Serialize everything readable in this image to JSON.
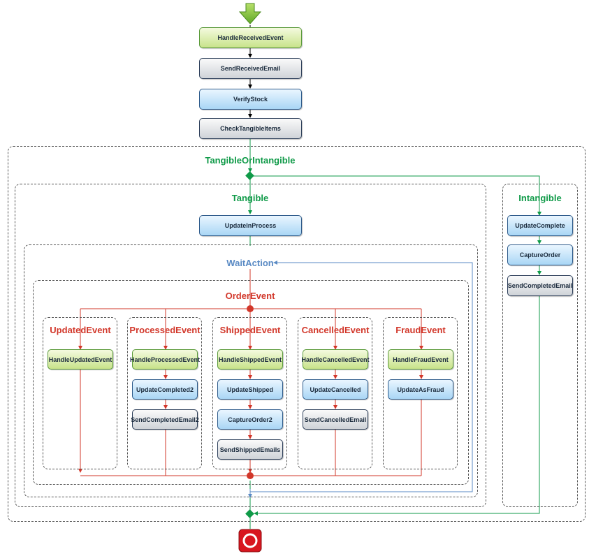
{
  "colors": {
    "success_line": "#0f9a48",
    "wait_line": "#5a8ac4",
    "event_line": "#d2372a",
    "main_line": "#000000"
  },
  "icons": {
    "start": "start-arrow-icon",
    "end": "stop-icon"
  },
  "workflow": {
    "handle_received": "HandleReceivedEvent",
    "send_received_email": "SendReceivedEmail",
    "verify_stock": "VerifyStock",
    "check_tangible_items": "CheckTangibleItems"
  },
  "tangible_or_intangible": "TangibleOrIntangible",
  "tangible": {
    "title": "Tangible",
    "update_in_process": "UpdateInProcess",
    "wait_action": "WaitAction",
    "order_event": "OrderEvent",
    "branches": [
      {
        "title": "UpdatedEvent",
        "steps": [
          "HandleUpdatedEvent"
        ]
      },
      {
        "title": "ProcessedEvent",
        "steps": [
          "HandleProcessedEvent",
          "UpdateCompleted2",
          "SendCompletedEmail2"
        ]
      },
      {
        "title": "ShippedEvent",
        "steps": [
          "HandleShippedEvent",
          "UpdateShipped",
          "CaptureOrder2",
          "SendShippedEmails"
        ]
      },
      {
        "title": "CancelledEvent",
        "steps": [
          "HandleCancelledEvent",
          "UpdateCancelled",
          "SendCancelledEmail"
        ]
      },
      {
        "title": "FraudEvent",
        "steps": [
          "HandleFraudEvent",
          "UpdateAsFraud"
        ]
      }
    ]
  },
  "intangible": {
    "title": "Intangible",
    "steps": [
      "UpdateComplete",
      "CaptureOrder",
      "SendCompletedEmail"
    ]
  }
}
